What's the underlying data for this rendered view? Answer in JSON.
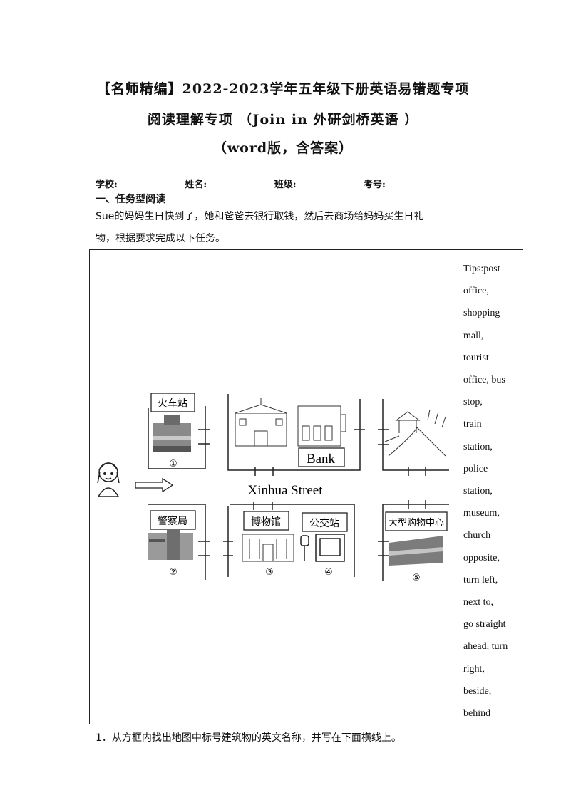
{
  "header": {
    "title_line1": "【名师精编】2022-2023学年五年级下册英语易错题专项",
    "title_line2": "阅读理解专项 （Join in 外研剑桥英语 ）",
    "title_line3": "（word版，含答案）"
  },
  "student_info": {
    "school": "学校:",
    "name": "姓名:",
    "class": "班级:",
    "exam_no": "考号:"
  },
  "section": {
    "title": "一、任务型阅读",
    "intro_line1": "Sue的妈妈生日快到了，她和爸爸去银行取钱，然后去商场给妈妈买生日礼",
    "intro_line2": "物，根据要求完成以下任务。"
  },
  "map": {
    "street": "Xinhua Street",
    "bank": "Bank",
    "labels": {
      "train_station": "火车站",
      "police": "警察局",
      "museum": "博物馆",
      "bus_stop": "公交站",
      "mall": "大型购物中心"
    },
    "numbers": [
      "①",
      "②",
      "③",
      "④",
      "⑤"
    ]
  },
  "tips": [
    "Tips:post",
    "office,",
    "shopping",
    "mall,",
    "tourist",
    "office, bus",
    "stop,",
    "train",
    "station,",
    "police",
    "station,",
    "museum,",
    "church",
    "opposite,",
    "turn left,",
    "next to,",
    "go straight",
    "ahead, turn",
    "right,",
    "beside,",
    "behind"
  ],
  "question1": "1．从方框内找出地图中标号建筑物的英文名称，并写在下面横线上。"
}
